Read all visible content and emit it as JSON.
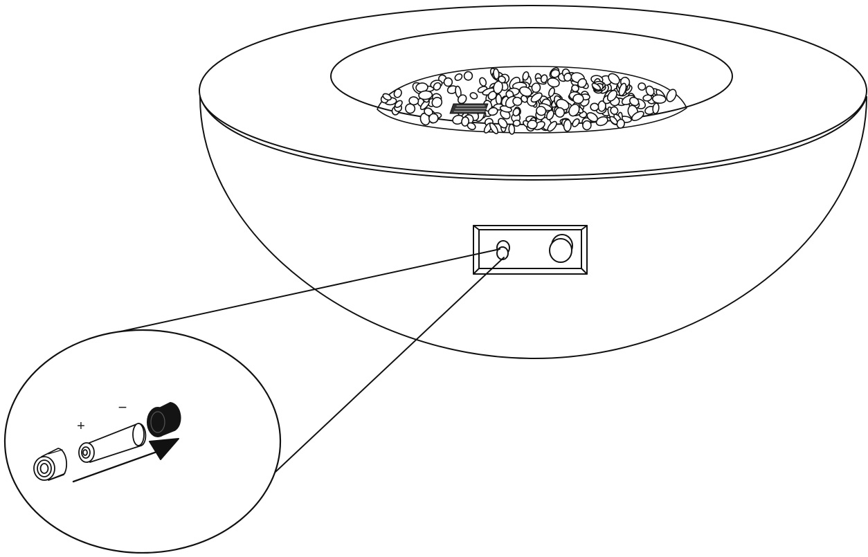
{
  "diagram": {
    "subject": "fire-pit-bowl",
    "detail_view": "battery-compartment",
    "labels": {
      "positive": "+",
      "negative": "−"
    },
    "colors": {
      "stroke": "#111111",
      "fill": "#ffffff",
      "dark": "#141414"
    },
    "icons": [
      "fire-pit-bowl",
      "lava-rocks",
      "control-panel",
      "ignition-button",
      "control-knob",
      "magnifier-callout",
      "battery",
      "battery-cap",
      "ignition-cap",
      "insert-arrow"
    ]
  }
}
